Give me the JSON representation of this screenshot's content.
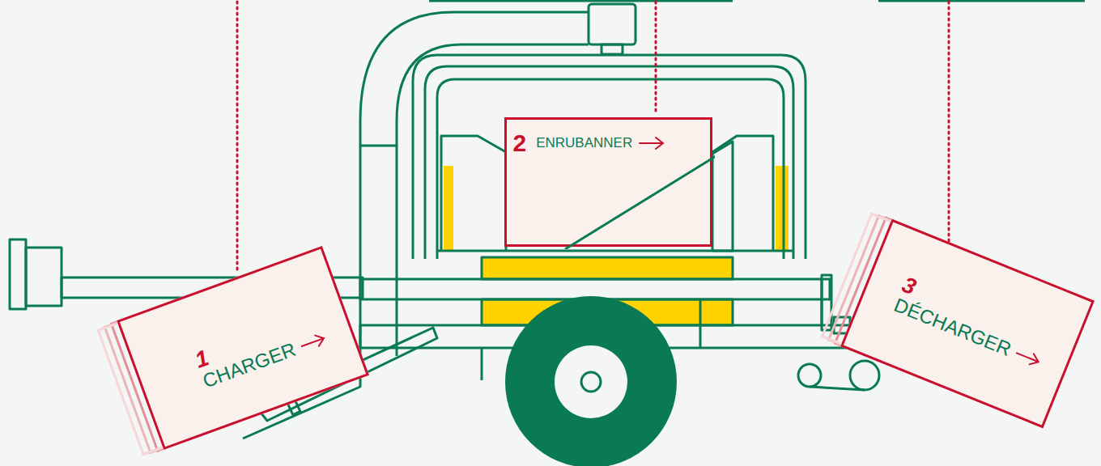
{
  "diagram": {
    "nodes": [
      {
        "text": [
          "1",
          "CHARGER"
        ]
      },
      {
        "text": [
          "2",
          "ENRUBANNER"
        ]
      },
      {
        "text": [
          "3",
          "DÉCHARGER"
        ]
      }
    ]
  }
}
